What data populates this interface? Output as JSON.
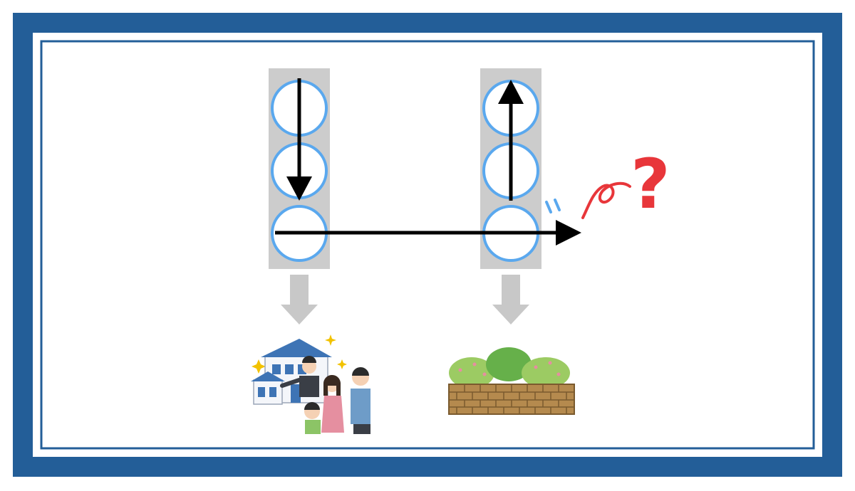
{
  "colors": {
    "frame": "#235E98",
    "inner_border": "#235E98",
    "panel": "#FFFFFF",
    "column_bg": "#CCCCCC",
    "circle_stroke": "#5AA8EE",
    "arrow": "#000000",
    "down_arrow": "#C8C8C8",
    "accent_red": "#E8363A",
    "accent_blue": "#5AA8EE"
  },
  "diagram": {
    "columns": [
      {
        "id": "left-column",
        "circles": 3,
        "arrow": "down"
      },
      {
        "id": "right-column",
        "circles": 3,
        "arrow": "up"
      }
    ],
    "horizontal_arrow": "right",
    "question_mark": "?",
    "dakuten": "゛"
  },
  "illustrations": {
    "left": "family-house-illustration",
    "right": "hedge-brick-wall-illustration"
  }
}
